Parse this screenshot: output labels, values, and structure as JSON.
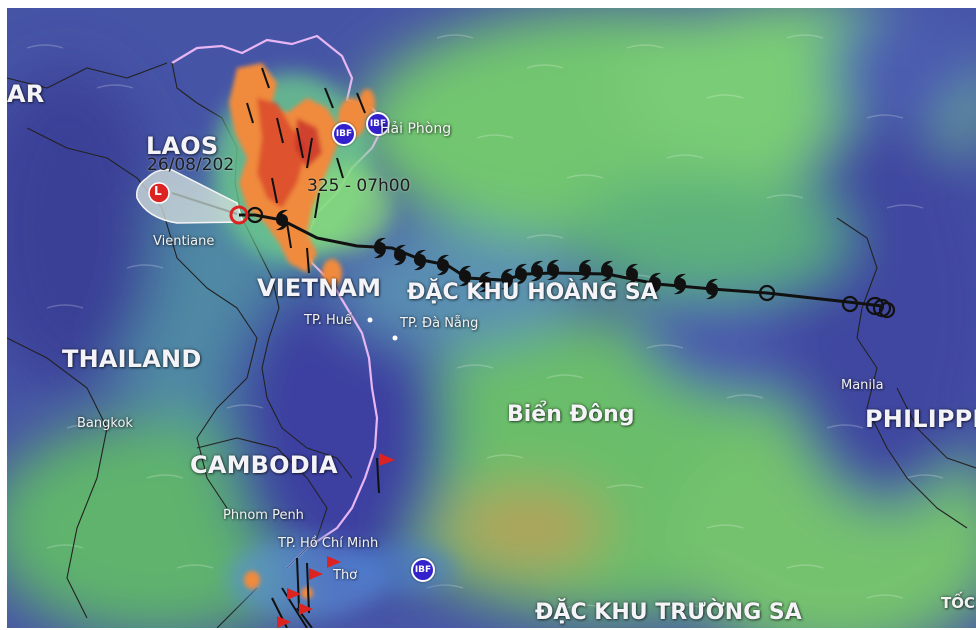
{
  "map": {
    "countries": {
      "laos": "LAOS",
      "vietnam": "VIETNAM",
      "thailand": "THAILAND",
      "cambodia": "CAMBODIA",
      "philippines": "PHILIPPI",
      "myanmar_fragment": "AR"
    },
    "seas": {
      "hoang_sa": "ĐẶC KHU HOÀNG SA",
      "bien_dong": "Biển Đông",
      "truong_sa": "ĐẶC KHU TRƯỜNG SA",
      "right_edge_fragment": "TỐC"
    },
    "cities": {
      "hai_phong": "Hải Phòng",
      "vientiane": "Vientiane",
      "hue": "TP. Huế",
      "da_nang": "TP. Đà Nẵng",
      "bangkok": "Bangkok",
      "phnom_penh": "Phnom Penh",
      "ho_chi_minh": "TP. Hồ Chí Minh",
      "can_tho": "Thơ",
      "manila": "Manila"
    },
    "forecast_label_1": "26/08/202",
    "forecast_label_2": "325 - 07h00",
    "low_marker": "L",
    "badge_text": "IBF",
    "colors": {
      "storm_track": "#111111",
      "cone": "#d8e2df",
      "low_center": "#dd2222",
      "rain_orange": "#f08a3c",
      "rain_red": "#cc3322",
      "sea_green": "#6fc06e",
      "deep_blue": "#3c3f99",
      "badge": "#3322cc",
      "border": "#e9b8f2"
    },
    "icons": [
      "typhoon-symbol-icon",
      "low-pressure-icon",
      "flag-icon",
      "weather-station-icon"
    ]
  }
}
